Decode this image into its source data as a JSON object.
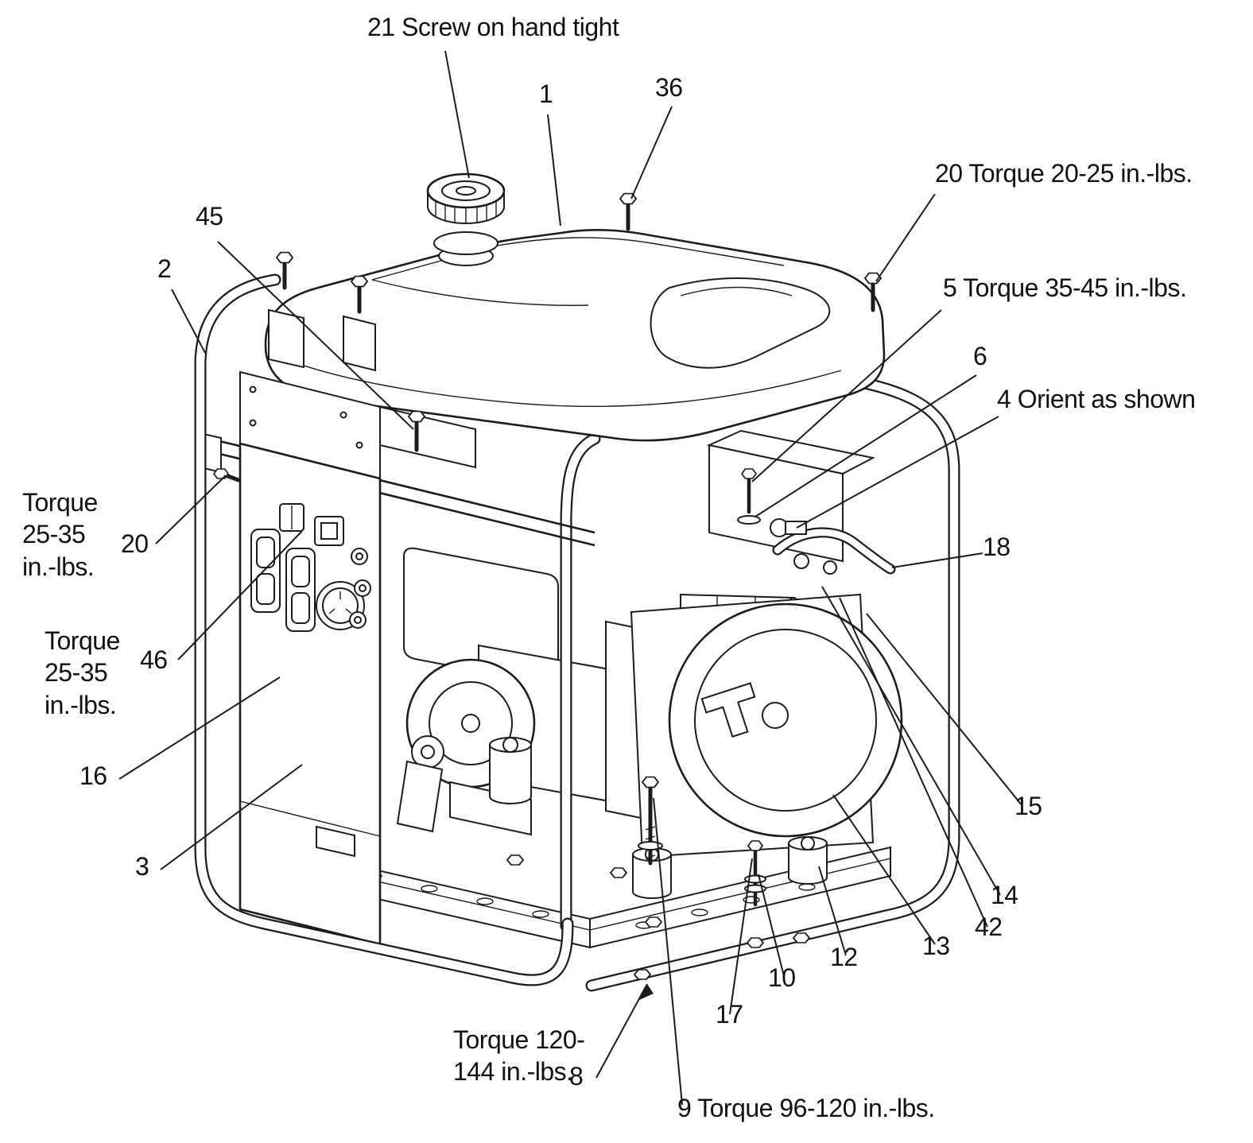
{
  "figure": {
    "type": "exploded-parts-diagram",
    "subject": "Portable generator assembly with tubular frame, fuel tank, control panel and engine",
    "colors": {
      "line": "#1c1c1c",
      "background": "#ffffff"
    }
  },
  "callouts": [
    {
      "id": "21",
      "text": "21 Screw on hand tight"
    },
    {
      "id": "1",
      "text": "1"
    },
    {
      "id": "36",
      "text": "36"
    },
    {
      "id": "20-top",
      "text": "20 Torque 20-25 in.-lbs."
    },
    {
      "id": "45",
      "text": "45"
    },
    {
      "id": "2",
      "text": "2"
    },
    {
      "id": "5",
      "text": "5 Torque 35-45 in.-lbs."
    },
    {
      "id": "6",
      "text": "6"
    },
    {
      "id": "4",
      "text": "4 Orient as shown"
    },
    {
      "id": "18",
      "text": "18"
    },
    {
      "id": "torque-25-35-a",
      "text": "Torque 25-35 in.-lbs."
    },
    {
      "id": "20-left",
      "text": "20"
    },
    {
      "id": "torque-25-35-b",
      "text": "Torque 25-35 in.-lbs."
    },
    {
      "id": "46",
      "text": "46"
    },
    {
      "id": "16",
      "text": "16"
    },
    {
      "id": "3",
      "text": "3"
    },
    {
      "id": "15",
      "text": "15"
    },
    {
      "id": "14",
      "text": "14"
    },
    {
      "id": "42",
      "text": "42"
    },
    {
      "id": "13",
      "text": "13"
    },
    {
      "id": "12",
      "text": "12"
    },
    {
      "id": "10",
      "text": "10"
    },
    {
      "id": "17",
      "text": "17"
    },
    {
      "id": "8",
      "text": "8"
    },
    {
      "id": "torque-120-144",
      "text": "Torque 120-144 in.-lbs."
    },
    {
      "id": "9",
      "text": "9 Torque 96-120 in.-lbs."
    }
  ]
}
